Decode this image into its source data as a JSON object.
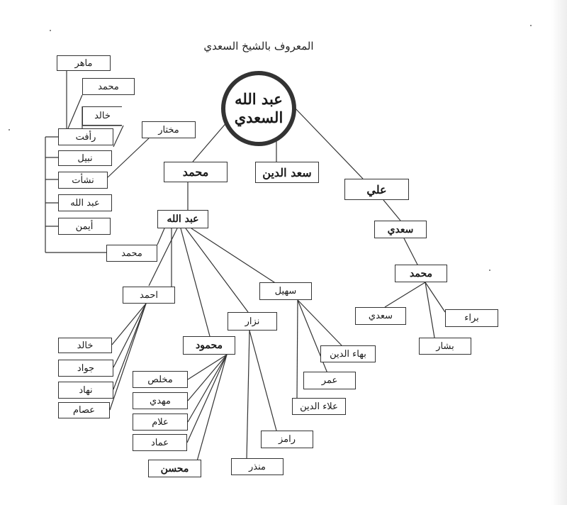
{
  "title": "المعروف بالشيخ السعدي",
  "root": {
    "line1": "عبد الله",
    "line2": "السعدي"
  },
  "sons": {
    "mohammed": "محمد",
    "saad_aldin": "سعد الدين",
    "ali": "علي"
  },
  "abdullah": "عبد الله",
  "left_family": {
    "maher": "ماهر",
    "mohammed_small": "محمد",
    "khaled": "خالد",
    "mukhtar": "مختار",
    "raafat": "رأفت",
    "nabil": "نبيل",
    "nashaat": "نشأت",
    "abdullah": "عبد الله",
    "ayman": "أيمن",
    "mohammed": "محمد"
  },
  "ahmad_branch": {
    "ahmad": "احمد",
    "children": [
      "خالد",
      "جواد",
      "نهاد",
      "عصام"
    ]
  },
  "mahmoud_branch": {
    "mahmoud": "محمود",
    "children": [
      "مخلص",
      "مهدي",
      "علام",
      "عماد",
      "محسن"
    ]
  },
  "nizar_branch": {
    "nizar": "نزار",
    "children": [
      "رامز",
      "منذر"
    ]
  },
  "suhail_branch": {
    "suhail": "سهيل",
    "children": [
      "بهاء الدين",
      "عمر",
      "علاء الدين"
    ]
  },
  "ali_branch": {
    "saadi": "سعدي",
    "mohammed": "محمد",
    "children": [
      "سعدي",
      "براء",
      "بشار"
    ]
  }
}
